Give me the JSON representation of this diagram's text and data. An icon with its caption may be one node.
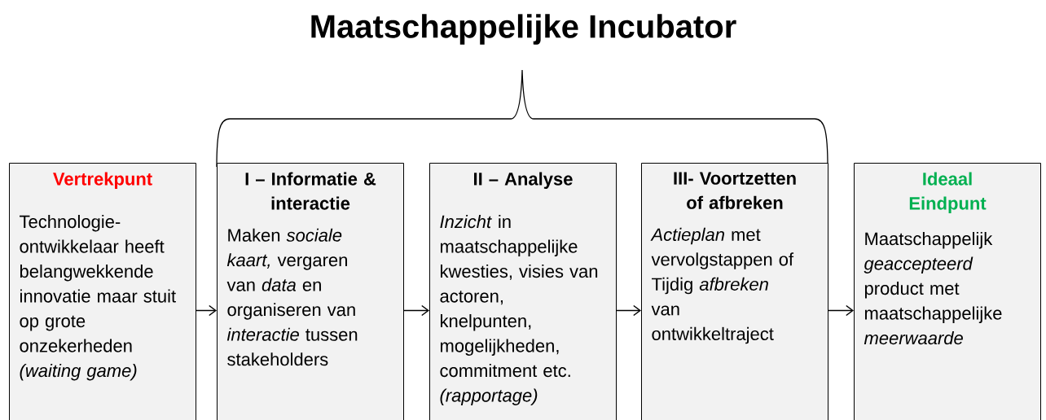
{
  "diagram": {
    "title": "Maatschappelijke Incubator",
    "nodes": [
      {
        "text": [
          "Vertrekpunt",
          "Technologie- ontwikkelaar heeft belangwekkende innovatie maar stuit op grote onzekerheden *(waiting game)*"
        ]
      },
      {
        "text": [
          "I – Informatie & interactie",
          "Maken *sociale kaart,* vergaren van *data* en organiseren van *interactie* tussen stakeholders"
        ]
      },
      {
        "text": [
          "II – Analyse",
          "*Inzicht* in maatschappelijke kwesties, visies van actoren, knelpunten, mogelijkheden, commitment etc. *(rapportage)*"
        ]
      },
      {
        "text": [
          "III- Voortzetten of afbreken",
          "*Actieplan* met vervolgstappen of Tijdig *afbreken* van ontwikkeltraject"
        ]
      },
      {
        "text": [
          "Ideaal Eindpunt",
          "Maatschappelijk *geaccepteerd* product met maatschappelijke *meerwaarde*"
        ]
      }
    ],
    "edges": [
      {
        "from": 0,
        "to": 1,
        "arrow": "to"
      },
      {
        "from": 1,
        "to": 2,
        "arrow": "to"
      },
      {
        "from": 2,
        "to": 3,
        "arrow": "to"
      },
      {
        "from": 3,
        "to": 4,
        "arrow": "to"
      }
    ]
  }
}
